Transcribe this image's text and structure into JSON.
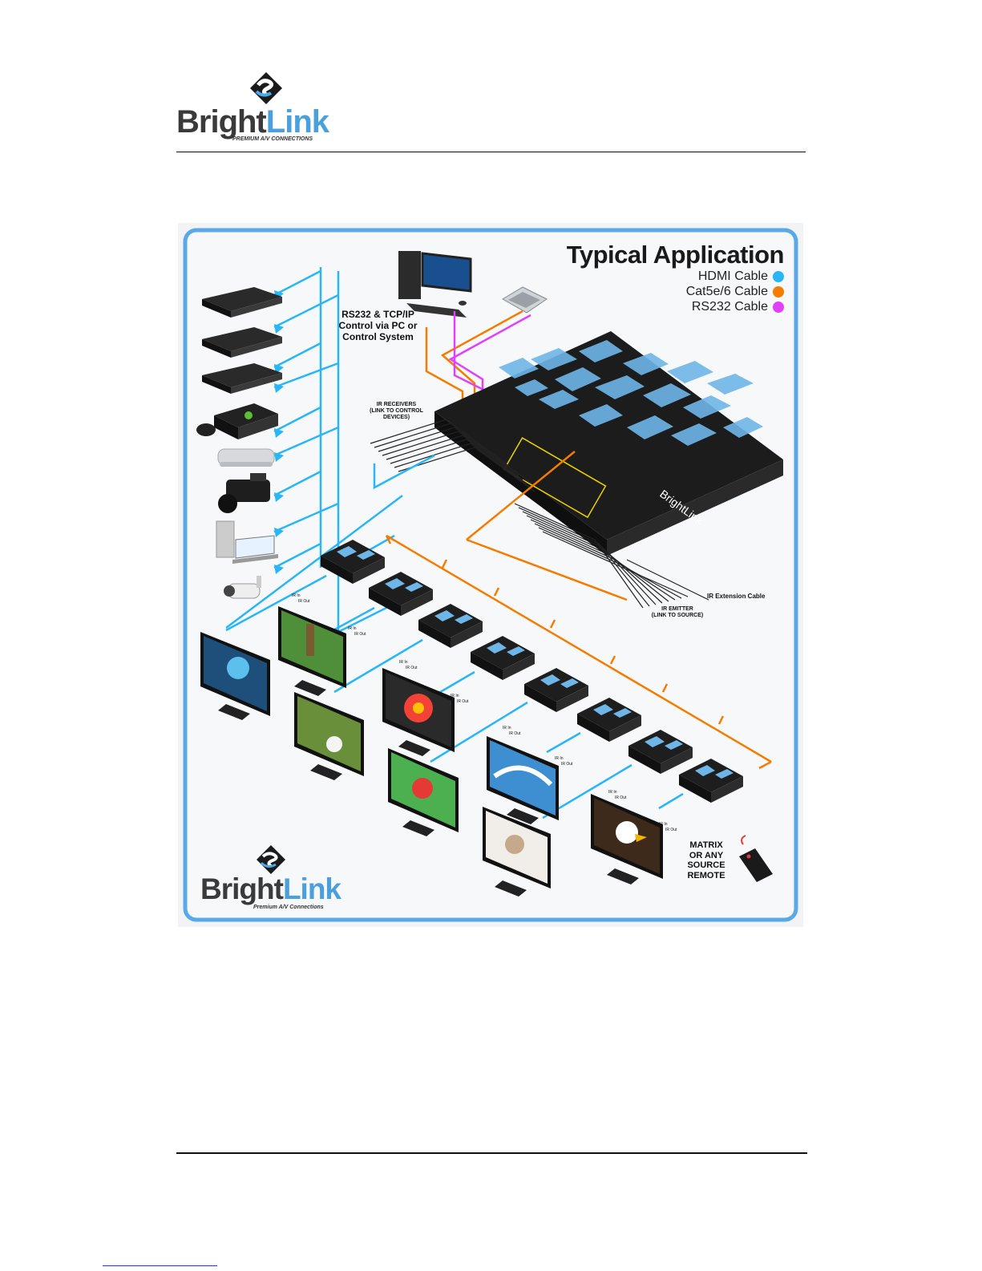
{
  "header": {
    "logo": {
      "brand_a": "Bright",
      "brand_b": "Link",
      "tagline": "PREMIUM A/V CONNECTIONS"
    }
  },
  "diagram": {
    "title_a": "Typical",
    "title_b": "Application",
    "legend": [
      {
        "label": "HDMI Cable",
        "color": "#29b6f6"
      },
      {
        "label": "Cat5e/6 Cable",
        "color": "#f57c00"
      },
      {
        "label": "RS232 Cable",
        "color": "#e040fb"
      }
    ],
    "control_label": [
      "RS232 & TCP/IP",
      "Control via PC or",
      "Control System"
    ],
    "ir_receivers_label": [
      "IR RECEIVERS",
      "(LINK TO CONTROL",
      "DEVICES)"
    ],
    "ir_extension_label": "IR Extension Cable",
    "ir_emitter_label": [
      "IR EMITTER",
      "(LINK TO SOURCE)"
    ],
    "remote_label": [
      "MATRIX",
      "OR ANY",
      "SOURCE",
      "REMOTE"
    ],
    "ir_in": "IR In",
    "ir_out": "IR Out",
    "matrix_brand": "BrightLink",
    "footer_logo": {
      "brand_a": "Bright",
      "brand_b": "Link",
      "tagline": "Premium A/V Connections"
    },
    "colors": {
      "hdmi": "#29b6f6",
      "cat": "#f57c00",
      "rs232": "#e040fb",
      "frame": "#5aa9e6"
    }
  }
}
